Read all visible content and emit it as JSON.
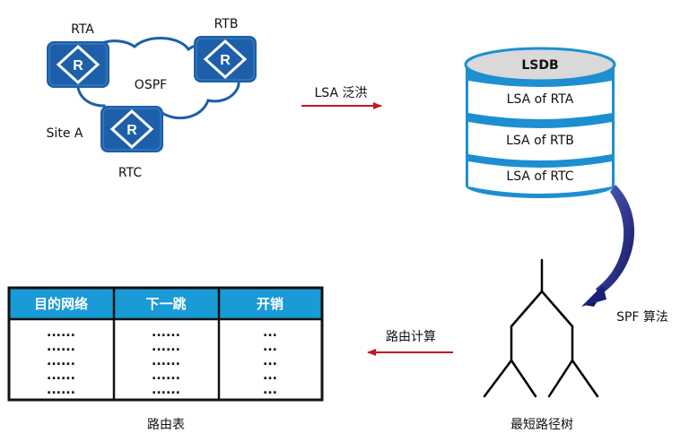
{
  "network": {
    "routers": [
      {
        "name": "RTA"
      },
      {
        "name": "RTB"
      },
      {
        "name": "RTC"
      }
    ],
    "router_glyph": "R",
    "protocol_label": "OSPF",
    "site_label": "Site A"
  },
  "flood_label": "LSA 泛洪",
  "lsdb": {
    "title": "LSDB",
    "rows": [
      "LSA of RTA",
      "LSA of RTB",
      "LSA of RTC"
    ]
  },
  "spf_label": "SPF 算法",
  "tree_label": "最短路径树",
  "calc_label": "路由计算",
  "route_table": {
    "caption": "路由表",
    "headers": [
      "目的网络",
      "下一跳",
      "开销"
    ],
    "rows": [
      [
        "......",
        "......",
        "..."
      ],
      [
        "......",
        "......",
        "..."
      ],
      [
        "......",
        "......",
        "..."
      ],
      [
        "......",
        "......",
        "..."
      ],
      [
        "......",
        "......",
        "..."
      ]
    ]
  },
  "colors": {
    "router_blue": "#1d5fa8",
    "arrow_red": "#c0191f",
    "spf_arrow": "#1b1f7a",
    "header_blue": "#1a9ad6",
    "db_blue": "#1d8fd0",
    "db_top": "#d9d9d9"
  },
  "icons": [
    "router-icon",
    "cloud-icon",
    "database-icon",
    "tree-icon",
    "arrow-icon"
  ]
}
